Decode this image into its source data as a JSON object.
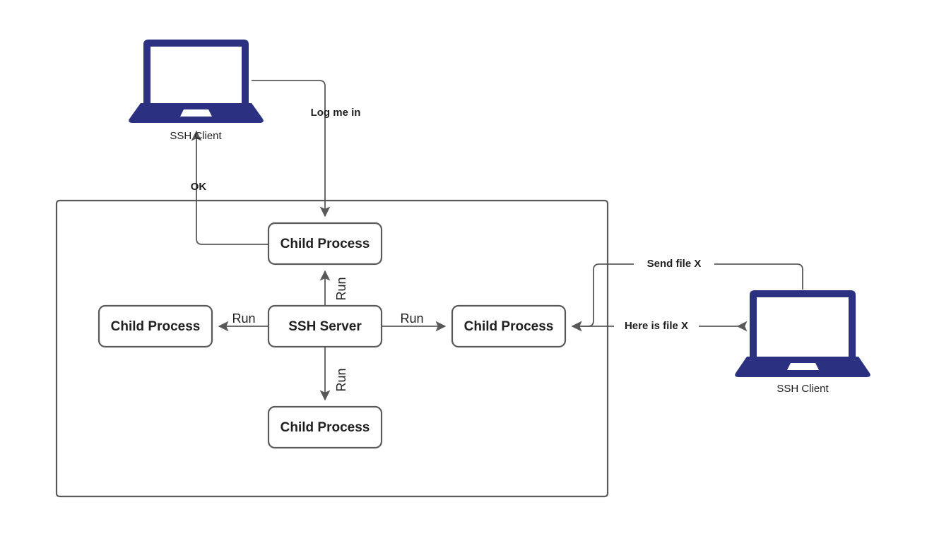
{
  "diagram": {
    "title": "SSH Server and Child Processes",
    "type": "flow-diagram",
    "colors": {
      "laptop": "#2b3080",
      "stroke": "#595959",
      "text": "#1f1f1f",
      "background": "#ffffff"
    },
    "container": {
      "name": "ssh-server-host-boundary",
      "label": ""
    },
    "nodes": {
      "ssh_server": "SSH Server",
      "child_top": "Child Process",
      "child_left": "Child Process",
      "child_right": "Child Process",
      "child_bottom": "Child Process"
    },
    "icons": {
      "client_top": {
        "icon": "laptop-icon",
        "caption": "SSH Client"
      },
      "client_right": {
        "icon": "laptop-icon",
        "caption": "SSH Client"
      }
    },
    "edges": {
      "log_me_in": "Log me in",
      "ok": "OK",
      "run_top": "Run",
      "run_left": "Run",
      "run_right": "Run",
      "run_bottom": "Run",
      "send_file": "Send file X",
      "here_is_file": "Here is file X"
    }
  }
}
